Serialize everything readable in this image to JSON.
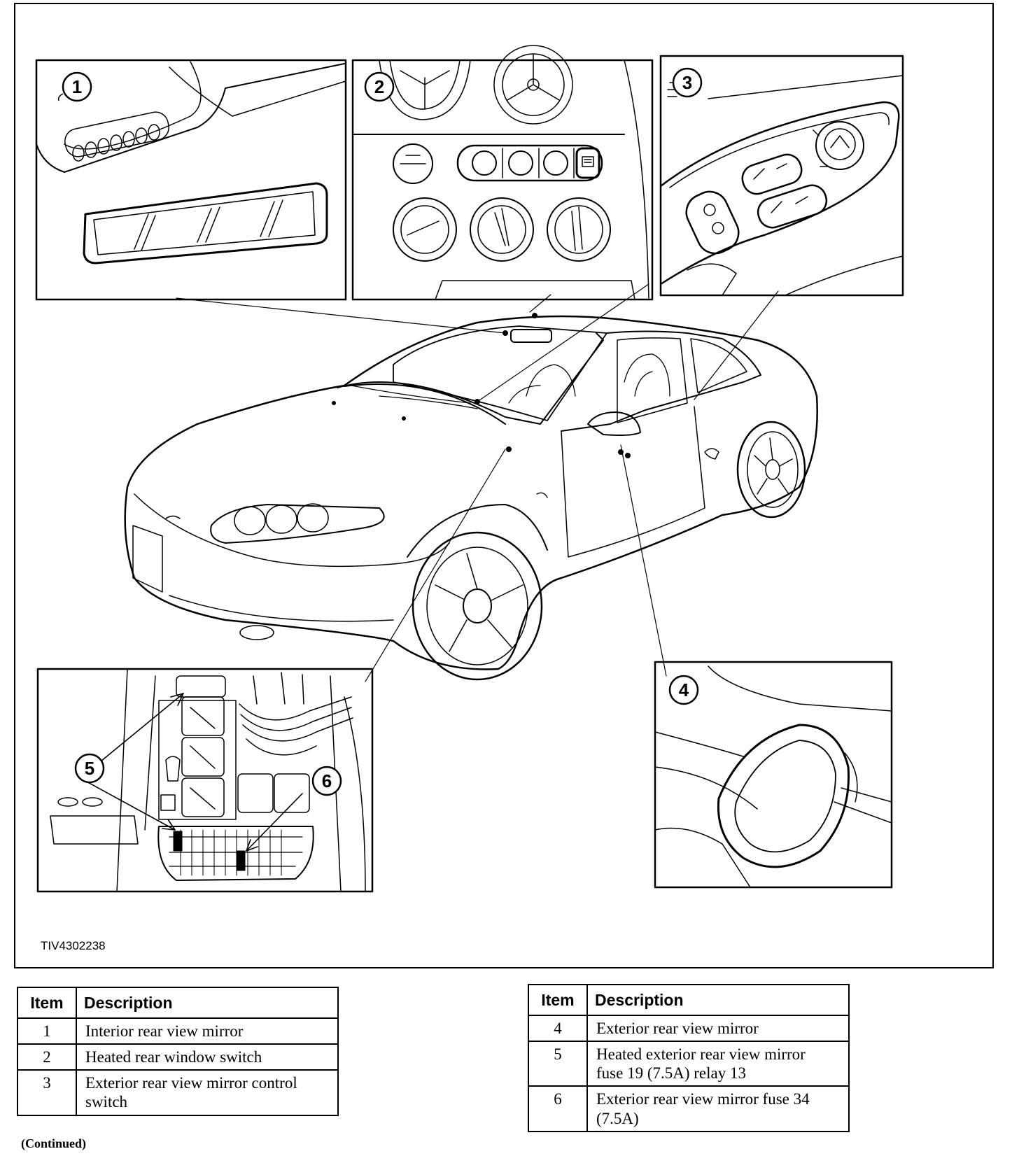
{
  "figure": {
    "id_label": "TIV4302238",
    "callouts": [
      "1",
      "2",
      "3",
      "4",
      "5",
      "6"
    ]
  },
  "tables": {
    "header_item": "Item",
    "header_description": "Description",
    "left": [
      {
        "item": "1",
        "description": "Interior rear view mirror"
      },
      {
        "item": "2",
        "description": "Heated rear window switch"
      },
      {
        "item": "3",
        "description": "Exterior rear view mirror control switch"
      }
    ],
    "right": [
      {
        "item": "4",
        "description": "Exterior rear view mirror"
      },
      {
        "item": "5",
        "description": "Heated exterior rear view mirror fuse 19 (7.5A) relay 13"
      },
      {
        "item": "6",
        "description": "Exterior rear view mirror fuse 34 (7.5A)"
      }
    ]
  },
  "footer": {
    "continued": "(Continued)"
  }
}
